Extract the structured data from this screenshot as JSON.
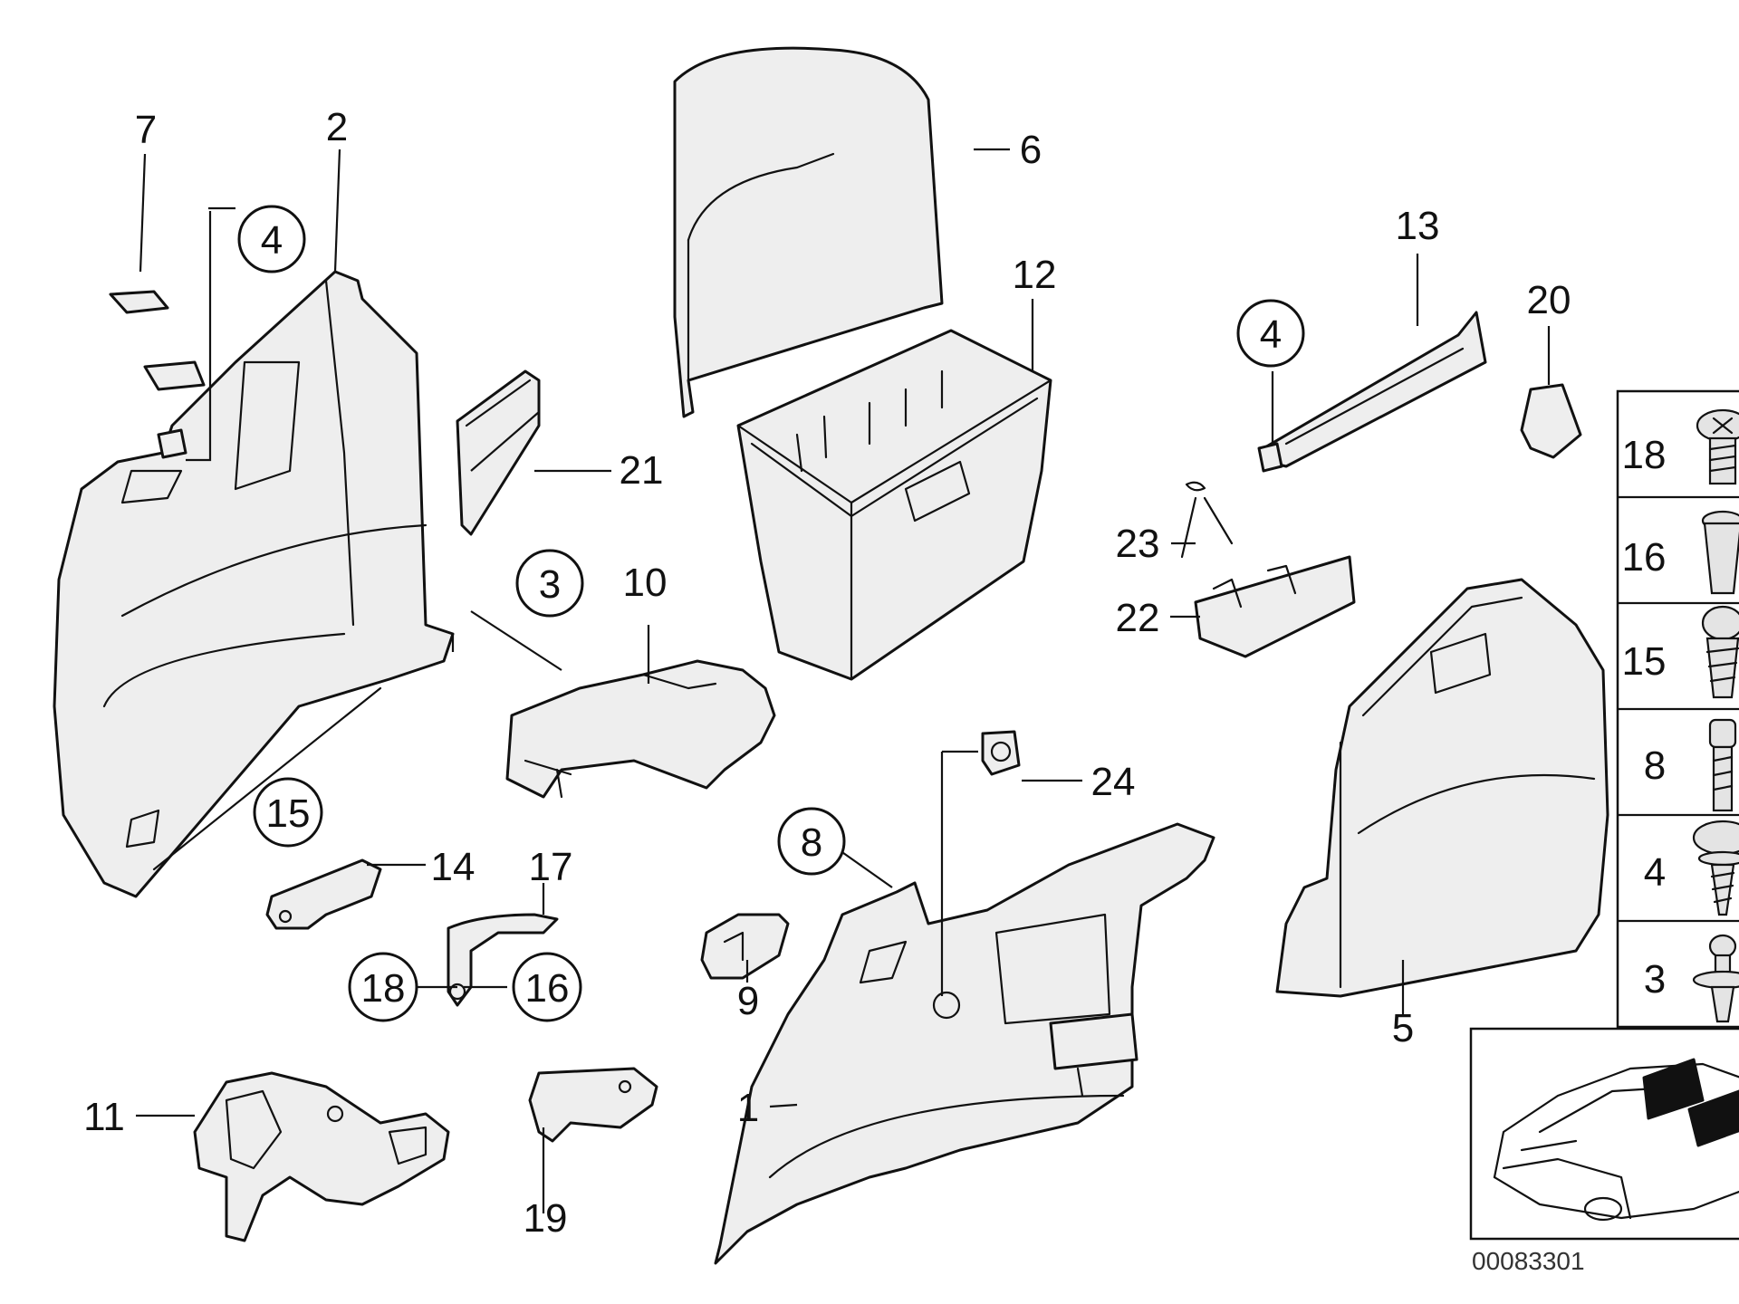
{
  "diagram": {
    "callouts": {
      "c1": "1",
      "c2": "2",
      "c3": "3",
      "c4a": "4",
      "c4b": "4",
      "c5": "5",
      "c6": "6",
      "c7": "7",
      "c8": "8",
      "c9": "9",
      "c10": "10",
      "c11": "11",
      "c12": "12",
      "c13": "13",
      "c14": "14",
      "c15": "15",
      "c16": "16",
      "c17": "17",
      "c18": "18",
      "c19": "19",
      "c20": "20",
      "c21": "21",
      "c22": "22",
      "c23": "23",
      "c24": "24"
    },
    "fastener_table": [
      "18",
      "16",
      "15",
      "8",
      "4",
      "3"
    ],
    "drawing_number": "00083301"
  }
}
